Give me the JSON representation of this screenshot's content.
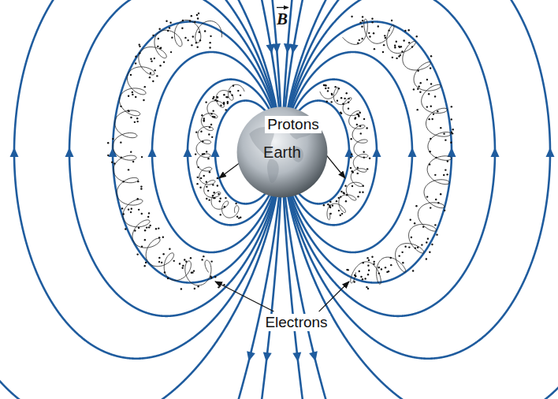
{
  "diagram": {
    "nodes": [
      {
        "text": [
          "Earth"
        ]
      }
    ],
    "labels": [
      "B",
      "Protons",
      "Electrons"
    ]
  }
}
